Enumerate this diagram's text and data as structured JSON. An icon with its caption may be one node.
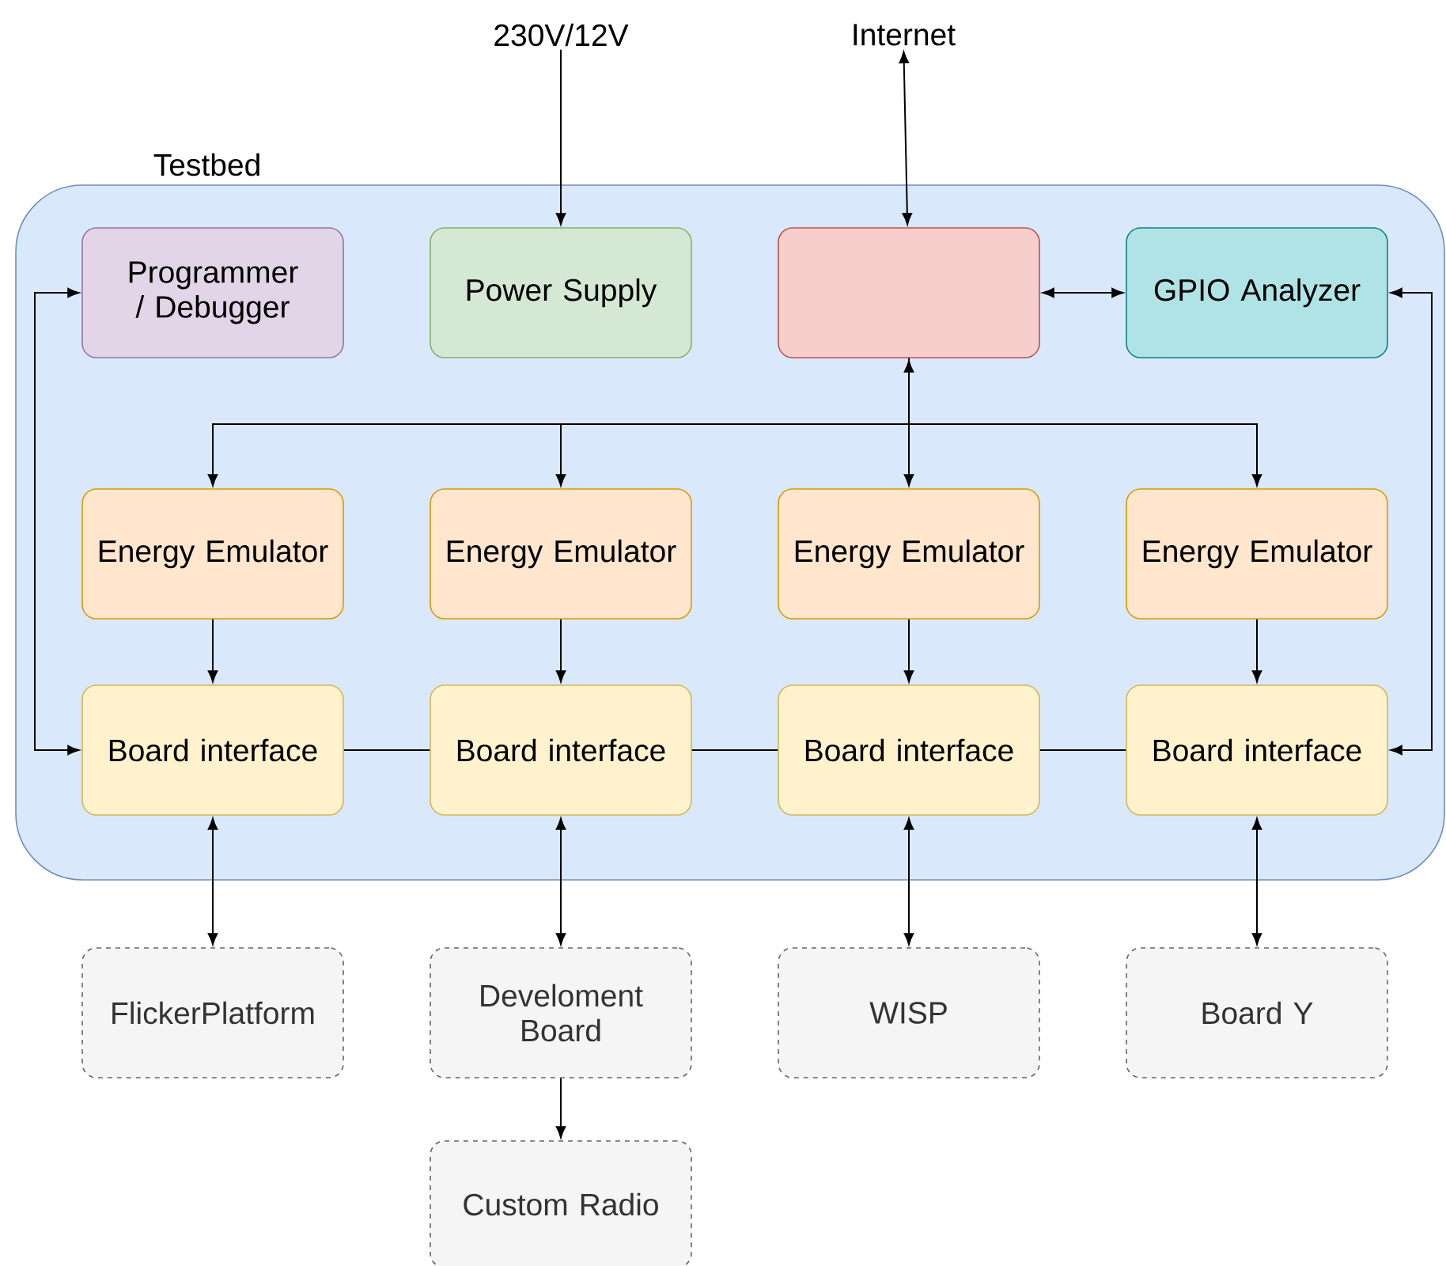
{
  "diagram": {
    "nodes": [
      {
        "text": [
          "230V/12V"
        ]
      },
      {
        "text": [
          "Internet"
        ]
      },
      {
        "text": [
          "Testbed"
        ]
      },
      {
        "text": [
          "Programmer / Debugger"
        ],
        "in": 2
      },
      {
        "text": [
          "Power Supply"
        ],
        "in": 2
      },
      {
        "text": [],
        "shape": "box",
        "in": 2
      },
      {
        "text": [
          "GPIO Analyzer"
        ],
        "in": 2
      },
      {
        "text": [
          "Energy Emulator"
        ],
        "in": 2
      },
      {
        "text": [
          "Energy Emulator"
        ],
        "in": 2
      },
      {
        "text": [
          "Energy Emulator"
        ],
        "in": 2
      },
      {
        "text": [
          "Energy Emulator"
        ],
        "in": 2
      },
      {
        "text": [
          "Board interface"
        ],
        "in": 2
      },
      {
        "text": [
          "Board interface"
        ],
        "in": 2
      },
      {
        "text": [
          "Board interface"
        ],
        "in": 2
      },
      {
        "text": [
          "Board interface"
        ],
        "in": 2
      },
      {
        "text": [
          "FlickerPlatform"
        ]
      },
      {
        "text": [
          "Develoment Board"
        ]
      },
      {
        "text": [
          "WISP"
        ]
      },
      {
        "text": [
          "Board Y"
        ]
      },
      {
        "text": [
          "Custom Radio"
        ]
      }
    ],
    "edges": [
      {
        "from": 0,
        "to": 4,
        "arrow": "to"
      },
      {
        "from": 1,
        "to": 5,
        "arrow": "both"
      },
      {
        "from": 5,
        "to": 6,
        "arrow": "both"
      },
      {
        "from": 5,
        "to": 7,
        "arrow": "both"
      },
      {
        "from": 5,
        "to": 8,
        "arrow": "to"
      },
      {
        "from": 5,
        "to": 9,
        "arrow": "to"
      },
      {
        "from": 5,
        "to": 10,
        "arrow": "to"
      },
      {
        "from": 7,
        "to": 11,
        "arrow": "to"
      },
      {
        "from": 8,
        "to": 12,
        "arrow": "to"
      },
      {
        "from": 9,
        "to": 13,
        "arrow": "to"
      },
      {
        "from": 10,
        "to": 14,
        "arrow": "to"
      },
      {
        "from": 11,
        "to": 12,
        "arrow": "none"
      },
      {
        "from": 12,
        "to": 13,
        "arrow": "none"
      },
      {
        "from": 13,
        "to": 14,
        "arrow": "none"
      },
      {
        "from": 3,
        "to": 11,
        "arrow": "both"
      },
      {
        "from": 6,
        "to": 14,
        "arrow": "both"
      },
      {
        "from": 11,
        "to": 15,
        "arrow": "both"
      },
      {
        "from": 12,
        "to": 16,
        "arrow": "both"
      },
      {
        "from": 13,
        "to": 17,
        "arrow": "both"
      },
      {
        "from": 14,
        "to": 18,
        "arrow": "both"
      },
      {
        "from": 16,
        "to": 19,
        "arrow": "to"
      }
    ]
  }
}
